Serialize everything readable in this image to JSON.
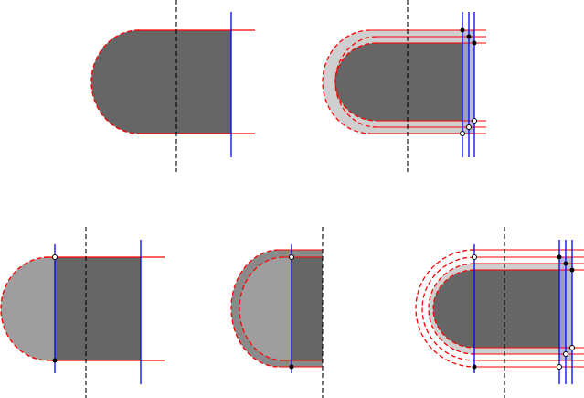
{
  "colors": {
    "background": "#ffffff",
    "dark_fill": "#666666",
    "light_fill": "#9e9e9e",
    "band_fill": "#cfcfcf",
    "band_fill_blue": "#b9bed6",
    "red": "#ff0000",
    "blue": "#0000ff",
    "black": "#000000"
  },
  "panels": [
    {
      "id": "panel-1",
      "description_key": "dashed-semicircle-cap-with-solid-edges"
    },
    {
      "id": "panel-2",
      "description_key": "offset-bands-around-cap"
    },
    {
      "id": "panel-3",
      "description_key": "light-cap-with-interior-cut"
    },
    {
      "id": "panel-4",
      "description_key": "cut-with-single-band"
    },
    {
      "id": "panel-5",
      "description_key": "multiple-offset-bands"
    }
  ]
}
